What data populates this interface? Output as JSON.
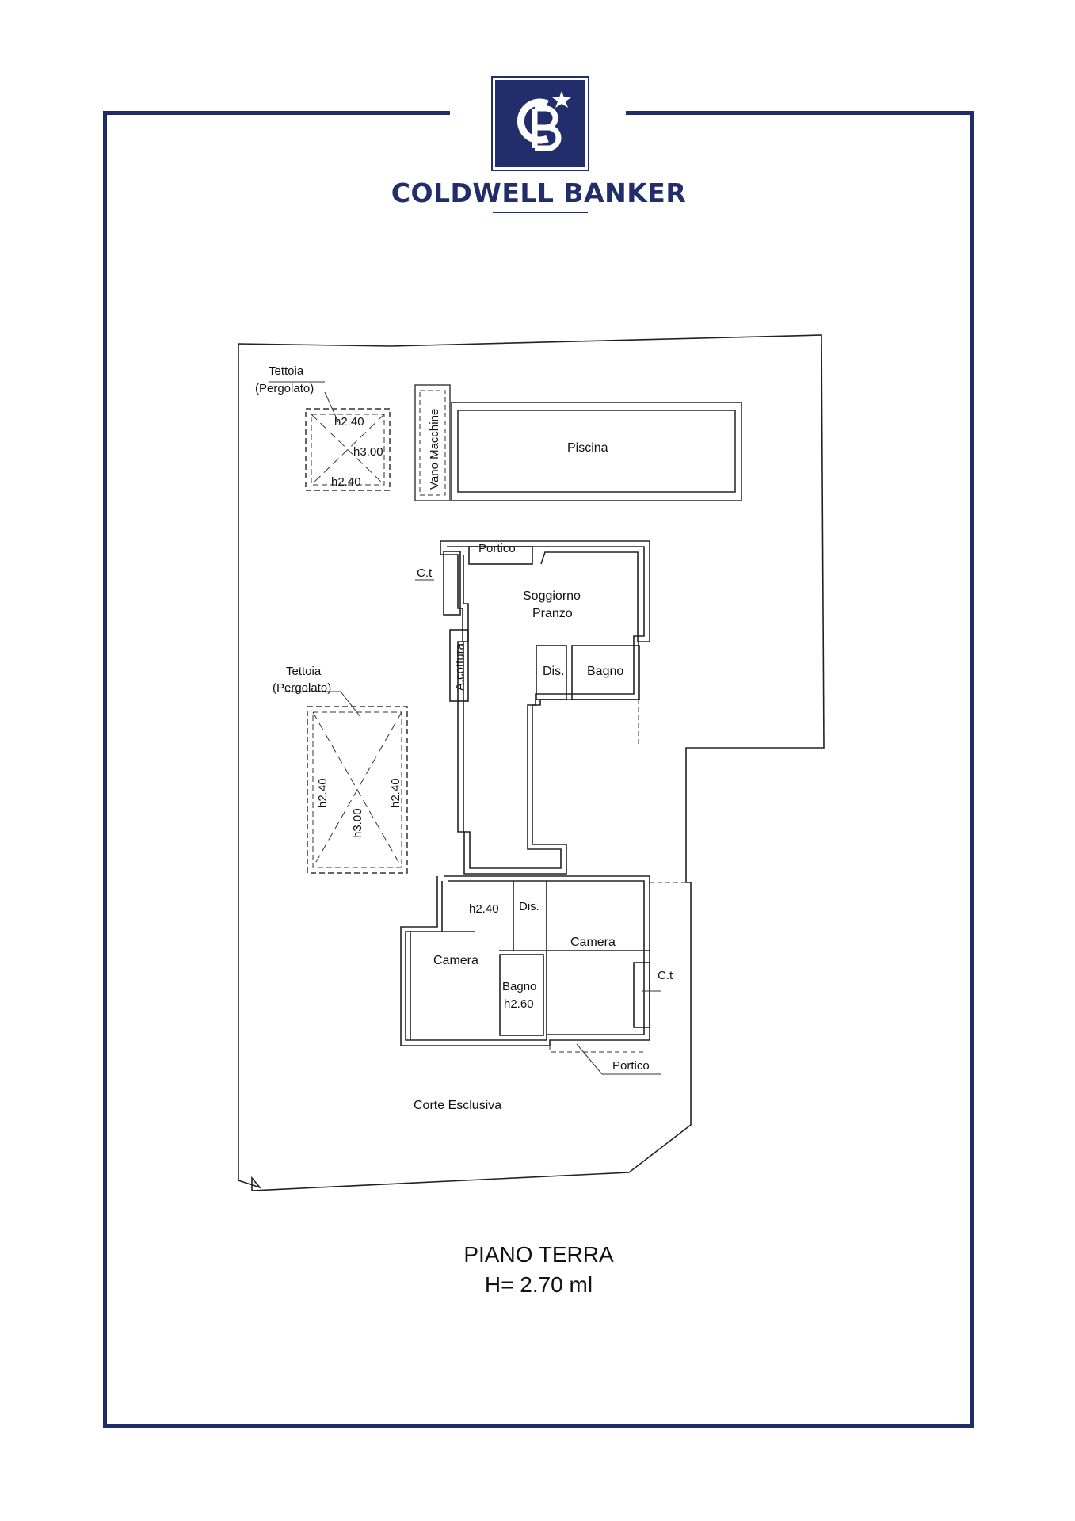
{
  "brand": {
    "name": "COLDWELL BANKER",
    "logo_letters": "CB",
    "color": "#222e6b"
  },
  "plan": {
    "pergola_top": {
      "label1": "Tettoia",
      "label2": "(Pergolato)",
      "h_top": "h2.40",
      "h_center": "h3.00",
      "h_bottom": "h2.40"
    },
    "vano": "Vano Macchine",
    "pool": "Piscina",
    "portico_top": "Portico",
    "ct_left": "C.t",
    "living": {
      "line1": "Soggiorno",
      "line2": "Pranzo"
    },
    "kitchen": "A.cottura",
    "dis_top": "Dis.",
    "bath_top": "Bagno",
    "pergola_left": {
      "label1": "Tettoia",
      "label2": "(Pergolato)",
      "h_left": "h2.40",
      "h_center": "h3.00",
      "h_right": "h2.40"
    },
    "h_240": "h2.40",
    "dis_bottom": "Dis.",
    "camera_left": "Camera",
    "camera_right": "Camera",
    "bath_bottom": "Bagno",
    "bath_bottom_h": "h2.60",
    "ct_right": "C.t",
    "portico_bottom": "Portico",
    "court": "Corte Esclusiva"
  },
  "caption": {
    "floor": "PIANO TERRA",
    "height": "H= 2.70 ml"
  }
}
